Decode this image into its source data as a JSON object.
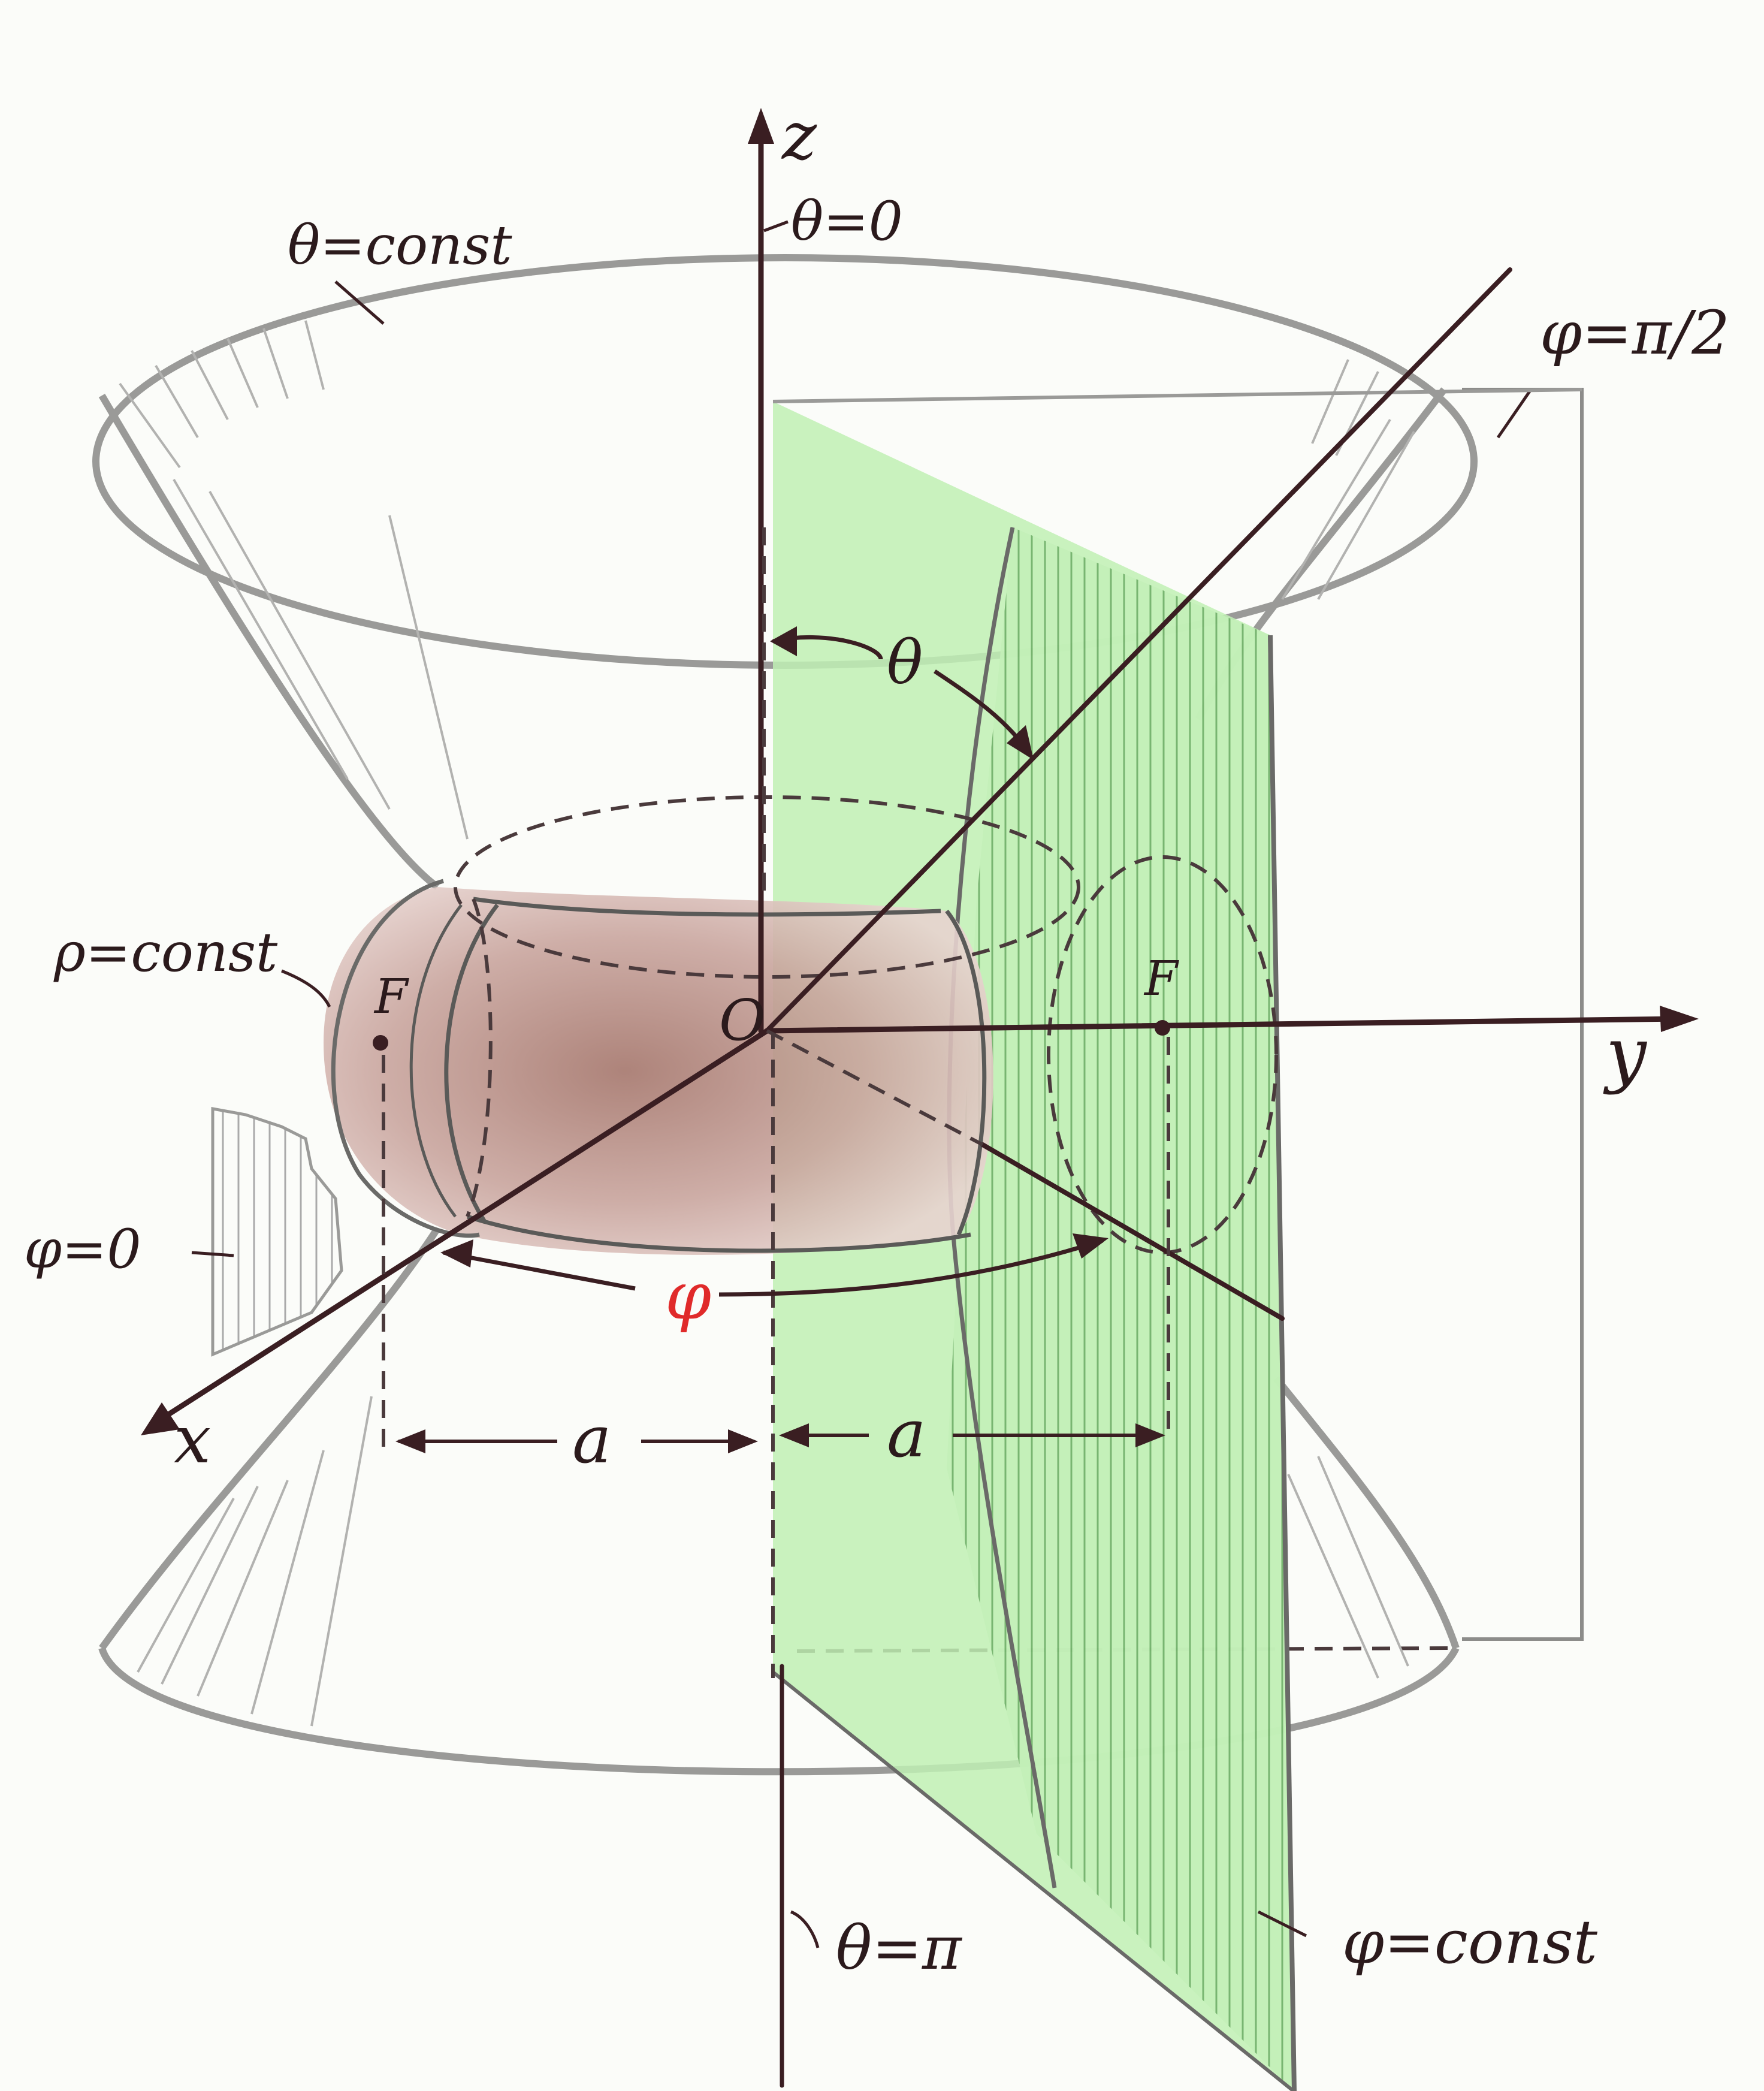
{
  "labels": {
    "z_axis": "z",
    "y_axis": "y",
    "x_axis": "x",
    "origin": "O",
    "theta_zero": "θ=0",
    "theta_pi": "θ=π",
    "theta_const": "θ=const",
    "phi_half_pi": "φ=π/2",
    "phi_zero": "φ=0",
    "phi_const": "φ=const",
    "rho_const": "ρ=const",
    "theta_angle": "θ",
    "phi_angle": "φ",
    "focus_left": "F",
    "focus_right": "F",
    "distance_left": "a",
    "distance_right": "a"
  },
  "colors": {
    "ink": "#3a1e22",
    "surface_gray": "#9a9a98",
    "green_plane": "#b6ecaa",
    "green_hatch": "#7fb877",
    "torus_brown": "#c9a59e",
    "phi_label_red": "#e02a2a"
  }
}
